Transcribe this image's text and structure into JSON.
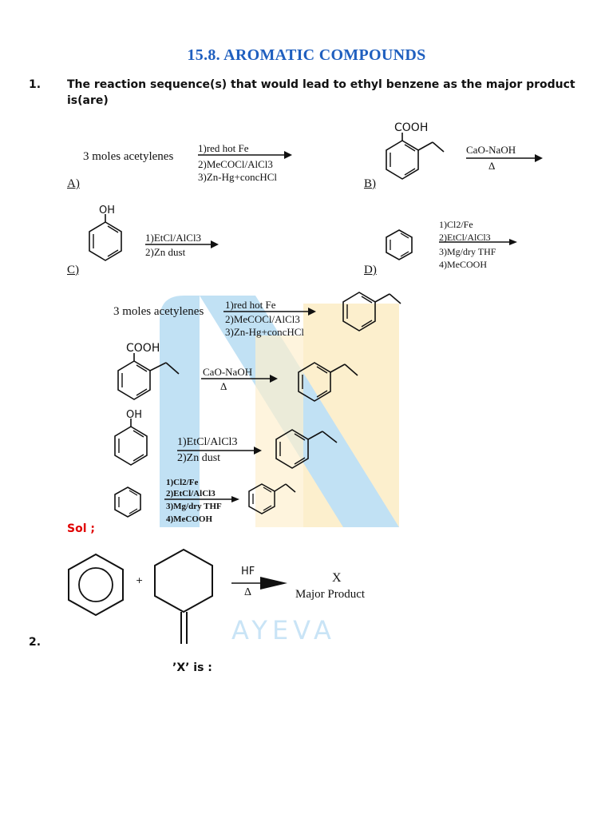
{
  "title": "15.8. AROMATIC COMPOUNDS",
  "q1": {
    "number": "1.",
    "text": "The reaction sequence(s) that would lead to ethyl benzene as the major    product is(are)",
    "options": [
      {
        "label": "A)",
        "reactant": "3 moles acetylenes",
        "steps": [
          "1)red hot Fe",
          "2)MeCOCl/AlCl3",
          "3)Zn-Hg+concHCl"
        ]
      },
      {
        "label": "B)",
        "group": "COOH",
        "steps": [
          "CaO-NaOH",
          "Δ"
        ]
      },
      {
        "label": "C)",
        "group": "OH",
        "steps": [
          "1)EtCl/AlCl3",
          "2)Zn dust"
        ]
      },
      {
        "label": "D)",
        "steps": [
          "1)Cl2/Fe",
          "2)EtCl/AlCl3",
          "3)Mg/dry THF",
          "4)MeCOOH"
        ]
      }
    ]
  },
  "solution": {
    "label": "Sol ;",
    "rows": [
      {
        "reactant": "3 moles acetylenes",
        "steps": [
          "1)red hot Fe",
          "2)MeCOCl/AlCl3",
          "3)Zn-Hg+concHCl"
        ]
      },
      {
        "group": "COOH",
        "steps": [
          "CaO-NaOH",
          "Δ"
        ]
      },
      {
        "group": "OH",
        "steps": [
          "1)EtCl/AlCl3",
          "2)Zn dust"
        ]
      },
      {
        "steps": [
          "1)Cl2/Fe",
          "2)EtCl/AlCl3",
          "3)Mg/dry THF",
          "4)MeCOOH"
        ]
      }
    ]
  },
  "q2": {
    "number": "2.",
    "plus": "+",
    "reagent": "HF",
    "condition": "Δ",
    "product": "X",
    "product_note": "Major Product",
    "question": "’X’ is :"
  },
  "watermark_text": "AYEVA",
  "colors": {
    "title": "#1f5fbf",
    "solution_label": "#e00000",
    "watermark_blue": "#8fc9ec",
    "watermark_yellow": "#fbe3a6"
  }
}
